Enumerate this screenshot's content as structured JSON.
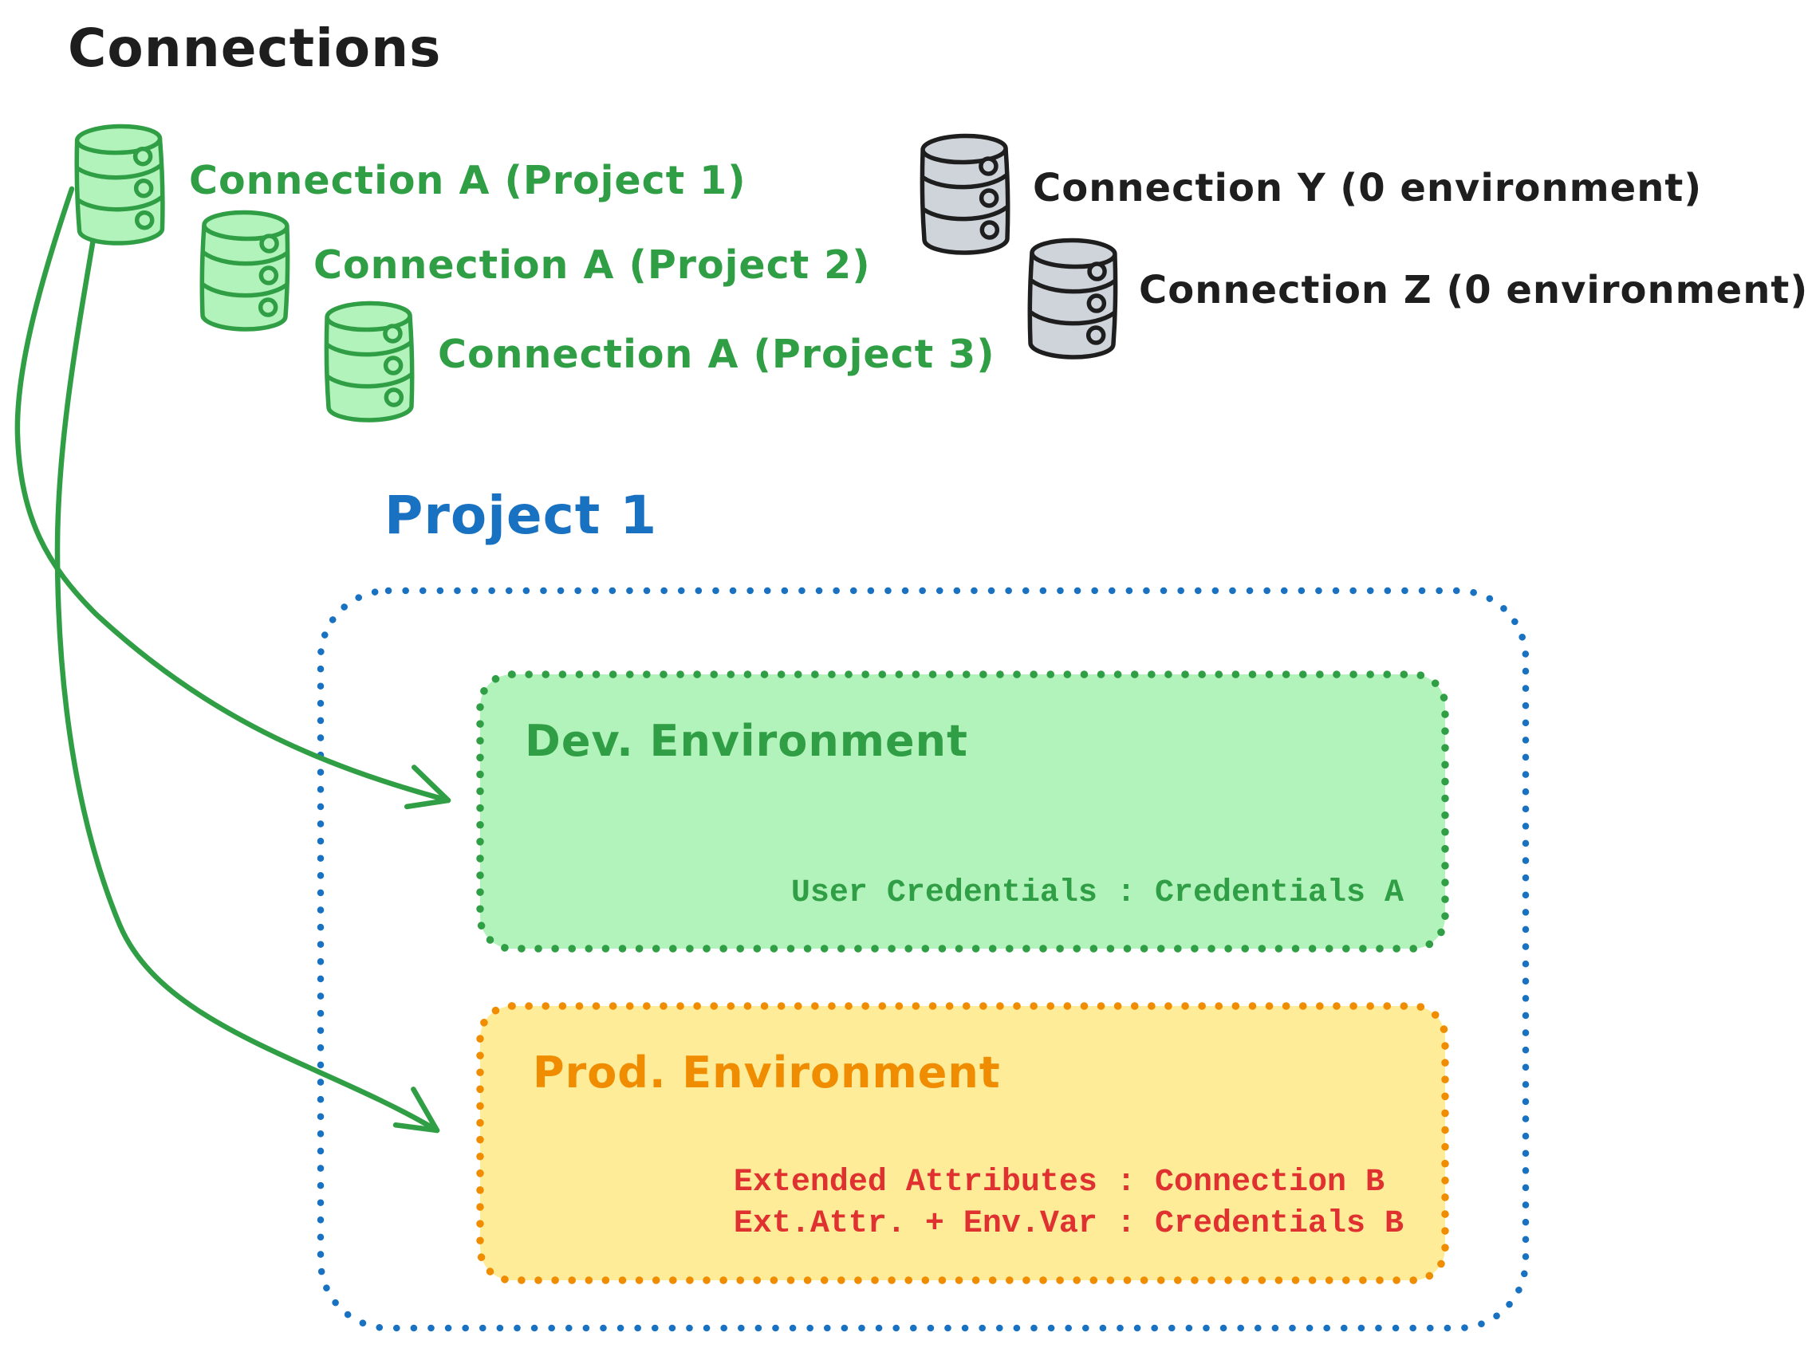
{
  "title": "Connections",
  "palette": {
    "green_stroke": "#2f9e44",
    "green_fill": "#b2f2bb",
    "gray_fill": "#ced4da",
    "blue": "#1971c2",
    "orange": "#f08c00",
    "yellow_fill": "#ffec99",
    "red": "#e03131",
    "ink": "#1e1e1e"
  },
  "connections": {
    "assigned": [
      {
        "label": "Connection A (Project 1)"
      },
      {
        "label": "Connection A (Project 2)"
      },
      {
        "label": "Connection A (Project 3)"
      }
    ],
    "unassigned": [
      {
        "label": "Connection Y (0 environment)"
      },
      {
        "label": "Connection Z (0 environment)"
      }
    ]
  },
  "project": {
    "title": "Project 1",
    "environments": [
      {
        "name": "Dev. Environment",
        "mappings": [
          "User Credentials : Credentials A"
        ]
      },
      {
        "name": "Prod. Environment",
        "mappings": [
          "Extended Attributes : Connection B",
          "Ext.Attr. + Env.Var : Credentials B"
        ]
      }
    ]
  }
}
